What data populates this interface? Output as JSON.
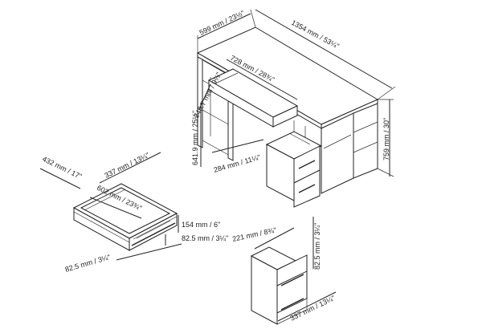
{
  "dimensions": {
    "desk_depth": "599 mm / 23½\"",
    "desk_width": "1354 mm / 53¼\"",
    "desk_height": "759 mm / 30\"",
    "keyboard_width": "728 mm / 28¾\"",
    "keyboard_depth": "246.7 mm / 9⅔\"",
    "knee_height": "641.9 mm / 25½\"",
    "knee_space": "284 mm / 11¼\"",
    "drawer_depth": "432 mm / 17\"",
    "drawer_width": "337 mm / 13¼\"",
    "drawer_inner_width": "602 mm / 23¾\"",
    "drawer_height": "154 mm / 6\"",
    "drawer_front_height": "82.5 mm / 3¼\"",
    "small_drawer_width": "221 mm / 8¾\"",
    "small_drawer_height": "82.5 mm / 3¼\"",
    "small_drawer_depth": "337 mm / 13¼\""
  }
}
